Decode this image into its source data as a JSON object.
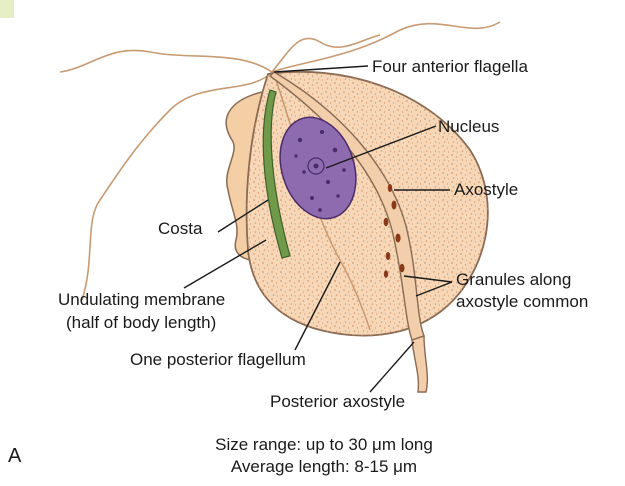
{
  "figure": {
    "panel_label": "A",
    "labels": {
      "flagella": "Four anterior flagella",
      "nucleus": "Nucleus",
      "axostyle": "Axostyle",
      "costa": "Costa",
      "granules_line1": "Granules along",
      "granules_line2": "axostyle common",
      "membrane_line1": "Undulating membrane",
      "membrane_line2": "(half of body length)",
      "posterior_flagellum": "One posterior flagellum",
      "posterior_axostyle": "Posterior axostyle"
    },
    "caption": {
      "line1": "Size range: up to 30 μm long",
      "line2": "Average length: 8-15 μm"
    }
  },
  "colors": {
    "body_fill": "#f6d8b8",
    "body_outline": "#8a6a52",
    "speckle": "#d99a6c",
    "nucleus_fill": "#8e6aae",
    "chromatin": "#4a2c6a",
    "costa": "#6f9a4a",
    "granule": "#8a3a1a",
    "corner_tab": "#e6efc4"
  }
}
